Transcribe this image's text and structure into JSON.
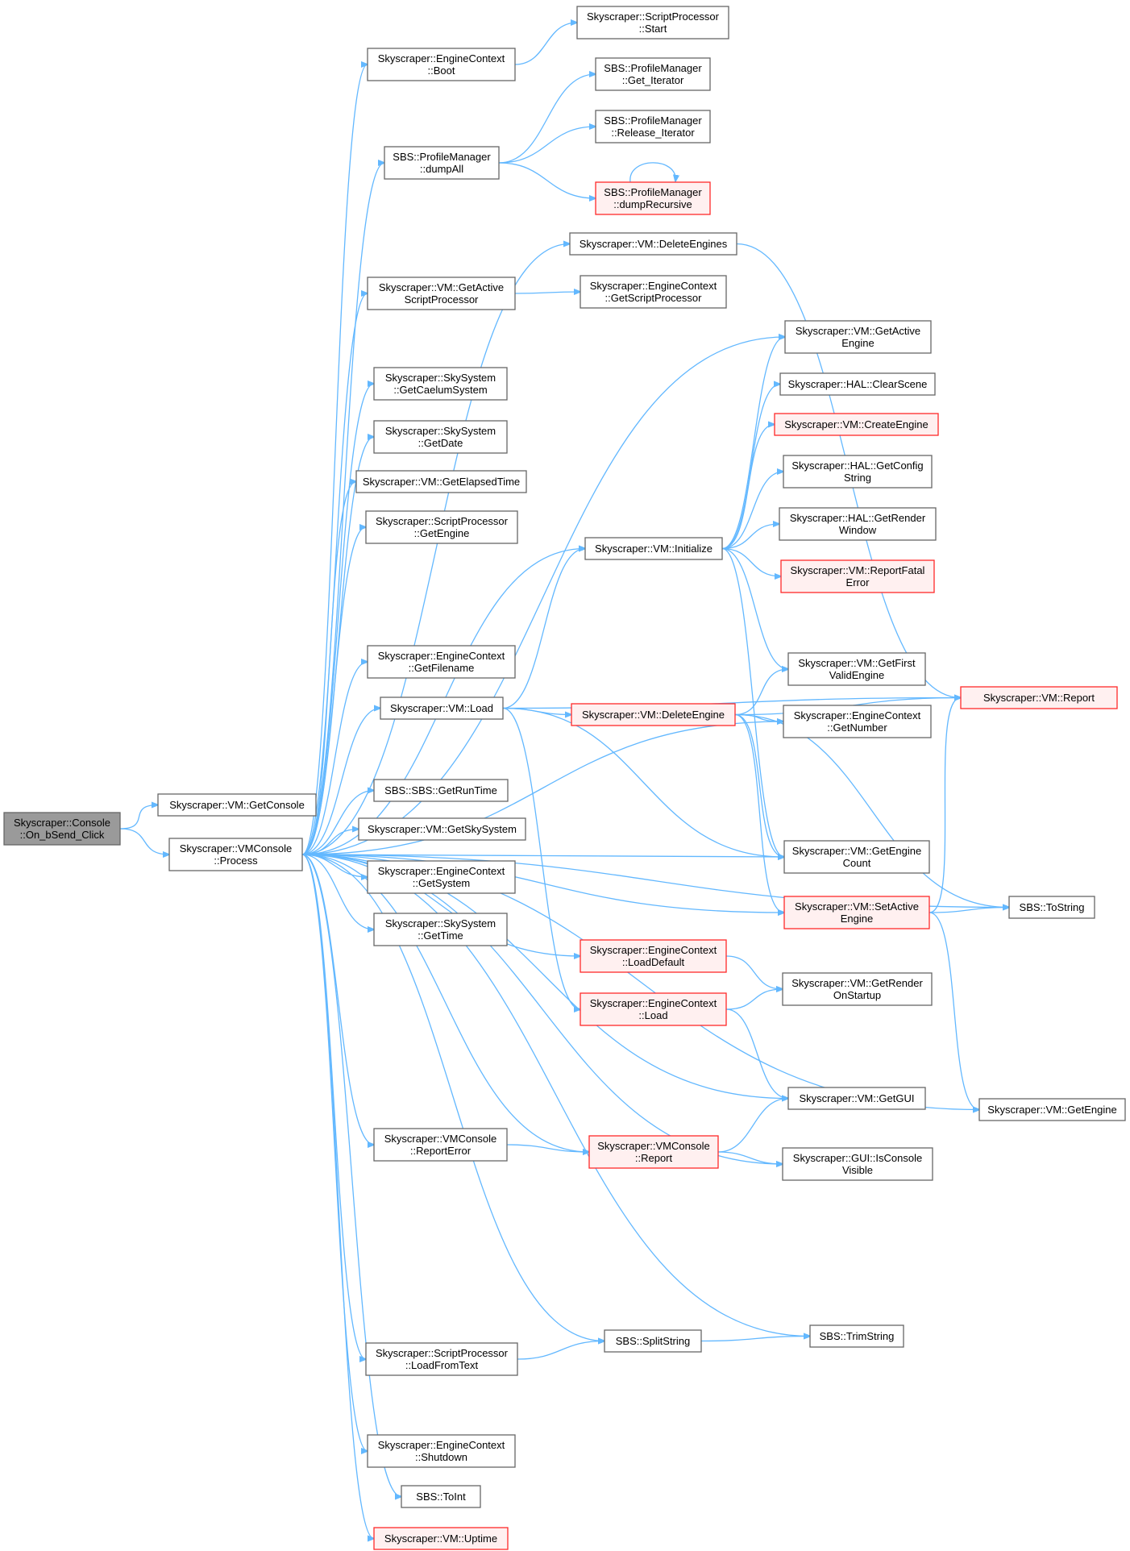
{
  "diagram": {
    "type": "call-graph",
    "colors": {
      "edge": "#63b8ff",
      "border": "#666666",
      "truncated_border": "#ff2a2a",
      "truncated_fill": "#fff0f0",
      "root_fill": "#9a9a9a"
    },
    "nodes": [
      {
        "id": "n_console_on_bsend_click",
        "lines": [
          "Skyscraper::Console",
          "::On_bSend_Click"
        ],
        "root": true
      },
      {
        "id": "n_vm_getconsole",
        "lines": [
          "Skyscraper::VM::GetConsole"
        ]
      },
      {
        "id": "n_vmconsole_process",
        "lines": [
          "Skyscraper::VMConsole",
          "::Process"
        ]
      },
      {
        "id": "n_ec_boot",
        "lines": [
          "Skyscraper::EngineContext",
          "::Boot"
        ]
      },
      {
        "id": "n_pm_dumpall",
        "lines": [
          "SBS::ProfileManager",
          "::dumpAll"
        ]
      },
      {
        "id": "n_vm_getactive_sp",
        "lines": [
          "Skyscraper::VM::GetActive",
          "ScriptProcessor"
        ]
      },
      {
        "id": "n_sky_getcaelum",
        "lines": [
          "Skyscraper::SkySystem",
          "::GetCaelumSystem"
        ]
      },
      {
        "id": "n_sky_getdate",
        "lines": [
          "Skyscraper::SkySystem",
          "::GetDate"
        ]
      },
      {
        "id": "n_vm_getelapsed",
        "lines": [
          "Skyscraper::VM::GetElapsedTime"
        ]
      },
      {
        "id": "n_sp_getengine",
        "lines": [
          "Skyscraper::ScriptProcessor",
          "::GetEngine"
        ]
      },
      {
        "id": "n_ec_getfilename",
        "lines": [
          "Skyscraper::EngineContext",
          "::GetFilename"
        ]
      },
      {
        "id": "n_vm_load",
        "lines": [
          "Skyscraper::VM::Load"
        ]
      },
      {
        "id": "n_sbs_getruntime",
        "lines": [
          "SBS::SBS::GetRunTime"
        ]
      },
      {
        "id": "n_vm_getskysystem",
        "lines": [
          "Skyscraper::VM::GetSkySystem"
        ]
      },
      {
        "id": "n_ec_getsystem",
        "lines": [
          "Skyscraper::EngineContext",
          "::GetSystem"
        ]
      },
      {
        "id": "n_sky_gettime",
        "lines": [
          "Skyscraper::SkySystem",
          "::GetTime"
        ]
      },
      {
        "id": "n_vmconsole_reporterror",
        "lines": [
          "Skyscraper::VMConsole",
          "::ReportError"
        ]
      },
      {
        "id": "n_sp_loadfromtext",
        "lines": [
          "Skyscraper::ScriptProcessor",
          "::LoadFromText"
        ]
      },
      {
        "id": "n_ec_shutdown",
        "lines": [
          "Skyscraper::EngineContext",
          "::Shutdown"
        ]
      },
      {
        "id": "n_sbs_toint",
        "lines": [
          "SBS::ToInt"
        ]
      },
      {
        "id": "n_vm_uptime",
        "lines": [
          "Skyscraper::VM::Uptime"
        ],
        "truncated": true
      },
      {
        "id": "n_sp_start",
        "lines": [
          "Skyscraper::ScriptProcessor",
          "::Start"
        ]
      },
      {
        "id": "n_pm_getiterator",
        "lines": [
          "SBS::ProfileManager",
          "::Get_Iterator"
        ]
      },
      {
        "id": "n_pm_releaseiterator",
        "lines": [
          "SBS::ProfileManager",
          "::Release_Iterator"
        ]
      },
      {
        "id": "n_pm_dumprecursive",
        "lines": [
          "SBS::ProfileManager",
          "::dumpRecursive"
        ],
        "truncated": true
      },
      {
        "id": "n_vm_deleteengines",
        "lines": [
          "Skyscraper::VM::DeleteEngines"
        ]
      },
      {
        "id": "n_ec_getsp",
        "lines": [
          "Skyscraper::EngineContext",
          "::GetScriptProcessor"
        ]
      },
      {
        "id": "n_vm_initialize",
        "lines": [
          "Skyscraper::VM::Initialize"
        ]
      },
      {
        "id": "n_vm_deleteengine",
        "lines": [
          "Skyscraper::VM::DeleteEngine"
        ],
        "truncated": true
      },
      {
        "id": "n_ec_loaddefault",
        "lines": [
          "Skyscraper::EngineContext",
          "::LoadDefault"
        ],
        "truncated": true
      },
      {
        "id": "n_ec_load",
        "lines": [
          "Skyscraper::EngineContext",
          "::Load"
        ],
        "truncated": true
      },
      {
        "id": "n_vmconsole_report",
        "lines": [
          "Skyscraper::VMConsole",
          "::Report"
        ],
        "truncated": true
      },
      {
        "id": "n_sbs_splitstring",
        "lines": [
          "SBS::SplitString"
        ]
      },
      {
        "id": "n_vm_getactiveengine",
        "lines": [
          "Skyscraper::VM::GetActive",
          "Engine"
        ]
      },
      {
        "id": "n_hal_clearscene",
        "lines": [
          "Skyscraper::HAL::ClearScene"
        ]
      },
      {
        "id": "n_vm_createengine",
        "lines": [
          "Skyscraper::VM::CreateEngine"
        ],
        "truncated": true
      },
      {
        "id": "n_hal_getconfigstring",
        "lines": [
          "Skyscraper::HAL::GetConfig",
          "String"
        ]
      },
      {
        "id": "n_hal_getrenderwindow",
        "lines": [
          "Skyscraper::HAL::GetRender",
          "Window"
        ]
      },
      {
        "id": "n_vm_reportfatalerror",
        "lines": [
          "Skyscraper::VM::ReportFatal",
          "Error"
        ],
        "truncated": true
      },
      {
        "id": "n_vm_getfirstvalidengine",
        "lines": [
          "Skyscraper::VM::GetFirst",
          "ValidEngine"
        ]
      },
      {
        "id": "n_ec_getnumber",
        "lines": [
          "Skyscraper::EngineContext",
          "::GetNumber"
        ]
      },
      {
        "id": "n_vm_getenginecount",
        "lines": [
          "Skyscraper::VM::GetEngine",
          "Count"
        ]
      },
      {
        "id": "n_vm_setactiveengine",
        "lines": [
          "Skyscraper::VM::SetActive",
          "Engine"
        ],
        "truncated": true
      },
      {
        "id": "n_vm_getrenderonstartup",
        "lines": [
          "Skyscraper::VM::GetRender",
          "OnStartup"
        ]
      },
      {
        "id": "n_vm_getgui",
        "lines": [
          "Skyscraper::VM::GetGUI"
        ]
      },
      {
        "id": "n_gui_isconsolevisible",
        "lines": [
          "Skyscraper::GUI::IsConsole",
          "Visible"
        ]
      },
      {
        "id": "n_sbs_trimstring",
        "lines": [
          "SBS::TrimString"
        ]
      },
      {
        "id": "n_vm_report",
        "lines": [
          "Skyscraper::VM::Report"
        ],
        "truncated": true
      },
      {
        "id": "n_sbs_tostring",
        "lines": [
          "SBS::ToString"
        ]
      },
      {
        "id": "n_vm_getengine",
        "lines": [
          "Skyscraper::VM::GetEngine"
        ]
      }
    ],
    "edges": [
      [
        "n_console_on_bsend_click",
        "n_vm_getconsole"
      ],
      [
        "n_console_on_bsend_click",
        "n_vmconsole_process"
      ],
      [
        "n_vmconsole_process",
        "n_ec_boot"
      ],
      [
        "n_vmconsole_process",
        "n_pm_dumpall"
      ],
      [
        "n_vmconsole_process",
        "n_vm_deleteengines"
      ],
      [
        "n_vmconsole_process",
        "n_vm_getactive_sp"
      ],
      [
        "n_vmconsole_process",
        "n_vm_getactiveengine"
      ],
      [
        "n_vmconsole_process",
        "n_sky_getcaelum"
      ],
      [
        "n_vmconsole_process",
        "n_sky_getdate"
      ],
      [
        "n_vmconsole_process",
        "n_vm_getelapsed"
      ],
      [
        "n_vmconsole_process",
        "n_sp_getengine"
      ],
      [
        "n_vmconsole_process",
        "n_vm_initialize"
      ],
      [
        "n_vmconsole_process",
        "n_ec_getnumber"
      ],
      [
        "n_vmconsole_process",
        "n_ec_getfilename"
      ],
      [
        "n_vmconsole_process",
        "n_vm_load"
      ],
      [
        "n_vmconsole_process",
        "n_vm_getenginecount"
      ],
      [
        "n_vmconsole_process",
        "n_sbs_getruntime"
      ],
      [
        "n_vmconsole_process",
        "n_vm_getskysystem"
      ],
      [
        "n_vmconsole_process",
        "n_ec_getsystem"
      ],
      [
        "n_vmconsole_process",
        "n_sky_gettime"
      ],
      [
        "n_vmconsole_process",
        "n_vm_setactiveengine"
      ],
      [
        "n_vmconsole_process",
        "n_ec_loaddefault"
      ],
      [
        "n_vmconsole_process",
        "n_sbs_tostring"
      ],
      [
        "n_vmconsole_process",
        "n_vm_getgui"
      ],
      [
        "n_vmconsole_process",
        "n_vmconsole_reporterror"
      ],
      [
        "n_vmconsole_process",
        "n_vmconsole_report"
      ],
      [
        "n_vmconsole_process",
        "n_gui_isconsolevisible"
      ],
      [
        "n_vmconsole_process",
        "n_vm_getengine"
      ],
      [
        "n_vmconsole_process",
        "n_sbs_trimstring"
      ],
      [
        "n_vmconsole_process",
        "n_sp_loadfromtext"
      ],
      [
        "n_vmconsole_process",
        "n_sbs_splitstring"
      ],
      [
        "n_vmconsole_process",
        "n_ec_shutdown"
      ],
      [
        "n_vmconsole_process",
        "n_sbs_toint"
      ],
      [
        "n_vmconsole_process",
        "n_vm_uptime"
      ],
      [
        "n_ec_boot",
        "n_sp_start"
      ],
      [
        "n_pm_dumpall",
        "n_pm_getiterator"
      ],
      [
        "n_pm_dumpall",
        "n_pm_releaseiterator"
      ],
      [
        "n_pm_dumpall",
        "n_pm_dumprecursive"
      ],
      [
        "n_pm_dumprecursive",
        "n_pm_dumprecursive"
      ],
      [
        "n_vm_deleteengines",
        "n_vm_report"
      ],
      [
        "n_vm_getactive_sp",
        "n_ec_getsp"
      ],
      [
        "n_vm_initialize",
        "n_vm_getactiveengine"
      ],
      [
        "n_vm_initialize",
        "n_hal_clearscene"
      ],
      [
        "n_vm_initialize",
        "n_vm_createengine"
      ],
      [
        "n_vm_initialize",
        "n_hal_getconfigstring"
      ],
      [
        "n_vm_initialize",
        "n_hal_getrenderwindow"
      ],
      [
        "n_vm_initialize",
        "n_vm_reportfatalerror"
      ],
      [
        "n_vm_initialize",
        "n_vm_getfirstvalidengine"
      ],
      [
        "n_vm_initialize",
        "n_vm_getenginecount"
      ],
      [
        "n_vm_load",
        "n_vm_initialize"
      ],
      [
        "n_vm_load",
        "n_vm_report"
      ],
      [
        "n_vm_load",
        "n_vm_deleteengine"
      ],
      [
        "n_vm_load",
        "n_vm_getenginecount"
      ],
      [
        "n_vm_load",
        "n_ec_load"
      ],
      [
        "n_vm_deleteengine",
        "n_vm_getfirstvalidengine"
      ],
      [
        "n_vm_deleteengine",
        "n_ec_getnumber"
      ],
      [
        "n_vm_deleteengine",
        "n_vm_report"
      ],
      [
        "n_vm_deleteengine",
        "n_vm_getenginecount"
      ],
      [
        "n_vm_deleteengine",
        "n_vm_setactiveengine"
      ],
      [
        "n_vm_deleteengine",
        "n_sbs_tostring"
      ],
      [
        "n_vm_setactiveengine",
        "n_vm_report"
      ],
      [
        "n_vm_setactiveengine",
        "n_sbs_tostring"
      ],
      [
        "n_vm_setactiveengine",
        "n_vm_getengine"
      ],
      [
        "n_ec_loaddefault",
        "n_vm_getrenderonstartup"
      ],
      [
        "n_ec_load",
        "n_vm_getrenderonstartup"
      ],
      [
        "n_ec_load",
        "n_vm_getgui"
      ],
      [
        "n_vmconsole_reporterror",
        "n_vmconsole_report"
      ],
      [
        "n_vmconsole_report",
        "n_vm_getgui"
      ],
      [
        "n_vmconsole_report",
        "n_gui_isconsolevisible"
      ],
      [
        "n_sp_loadfromtext",
        "n_sbs_splitstring"
      ],
      [
        "n_sbs_splitstring",
        "n_sbs_trimstring"
      ]
    ]
  }
}
